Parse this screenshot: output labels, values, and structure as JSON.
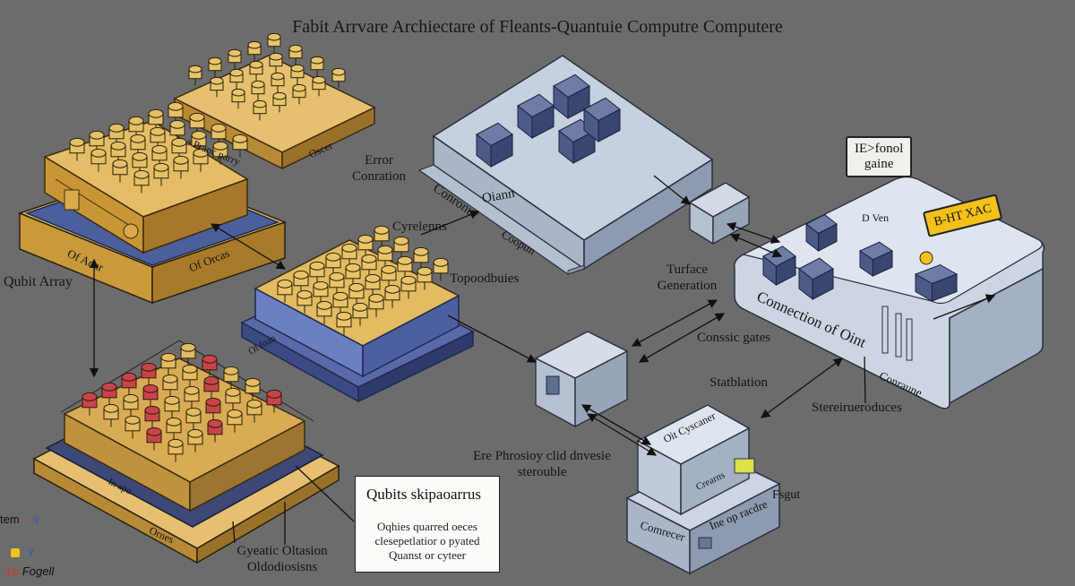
{
  "title": "Fabit Arrvare Archiectare of Fleants-Quantuie Computre Computere",
  "labels": {
    "error_conration_1": "Error",
    "error_conration_2": "Conration",
    "e_pranc_parry": "a Pranc parry",
    "qubit_array": "Qubit Array",
    "cyrelenns": "Cyrelenns",
    "topoodbuies": "Topoodbuies",
    "turface_generation_1": "Turface",
    "turface_generation_2": "Generation",
    "conssic_gates": "Conssic gates",
    "stabilation": "Statblation",
    "stereirueroduces": "Stereirueroduces",
    "ere_phrosioy_1": "Ere Phrosioy clid dnvesie",
    "ere_phrosioy_2": "sterouble",
    "gyeatic_oltasion_1": "Gyeatic Oltasion",
    "gyeatic_oltasion_2": "Oldodiosisns",
    "fsgut": "Fsgut"
  },
  "plate_labels": {
    "of_adar": "Of Adar",
    "of_orcas": "Of Orcas",
    "oscer": "Oscer",
    "conronur": "Conronur",
    "oiann": "Oiann",
    "coopun": "Coopun",
    "connection_of_oint": "Connection of Oint",
    "conraune": "Conraune",
    "comrecer": "Comrecer",
    "oit_cyscaner": "Oit Cyscaner",
    "crearns": "Crearns",
    "ine_op_racdre": "Ine op racdre",
    "in_apu": "In apu",
    "ornes": "Ornes",
    "ol_foan": "Ol foan",
    "d_ven": "D Ven"
  },
  "bubbles": {
    "reboot_gaine_1": "IE>fonol",
    "reboot_gaine_2": "gaine",
    "brtt_xac": "B-HT XAC"
  },
  "callout": {
    "heading": "Qubits skipaoarrus",
    "line1": "Oqhies quarred oeces",
    "line2": "clesepetlatior o pyated",
    "line3": "Quanst or cyteer"
  },
  "legend": {
    "item1": "tem",
    "item1_mark": "∨",
    "item2_mark": "∨",
    "item3": "Fogell"
  },
  "colors": {
    "background": "#6c6c6c",
    "qubit_gold": "#d8a94e",
    "plate_blue": "#4a5e9a",
    "module_gray": "#c8d0dc",
    "qubit_red": "#c8434b",
    "accent_yellow": "#f3c11a"
  }
}
